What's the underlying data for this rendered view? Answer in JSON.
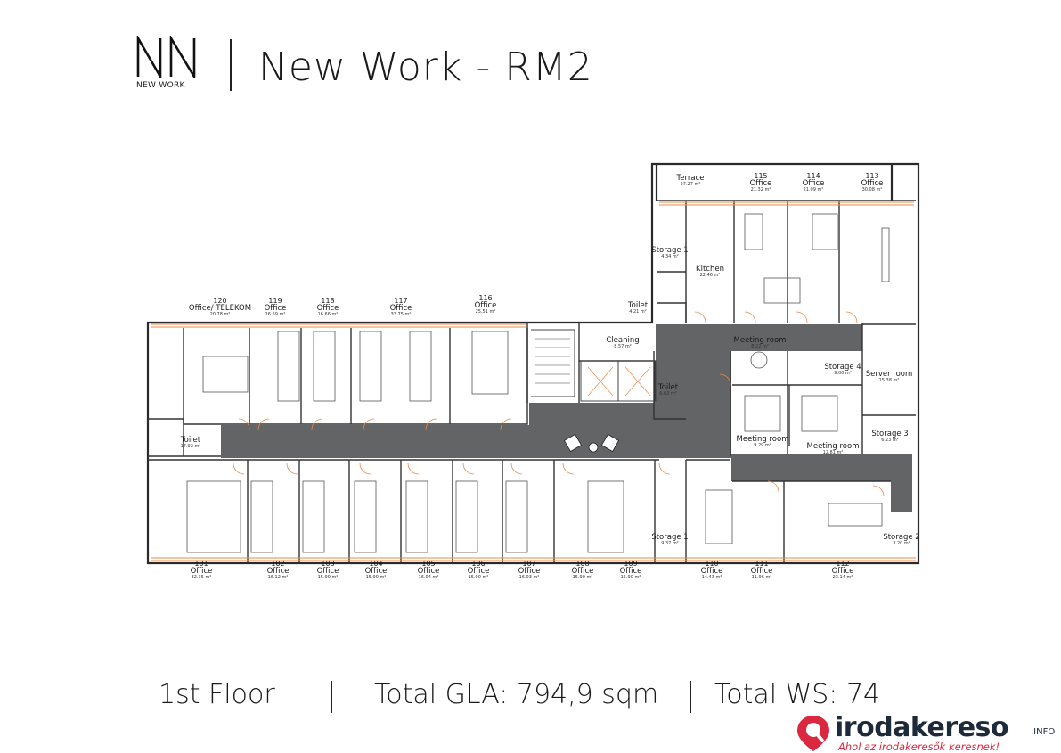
{
  "header": {
    "logo_mark": "NN",
    "logo_text": "NEW WORK",
    "title": "New Work - RM2"
  },
  "rooms": [
    {
      "id": "r120",
      "number": "120",
      "name": "Office/ TELEKOM",
      "area": "20.78 m²"
    },
    {
      "id": "r119",
      "number": "119",
      "name": "Office",
      "area": "16.69 m²"
    },
    {
      "id": "r118",
      "number": "118",
      "name": "Office",
      "area": "16.66 m²"
    },
    {
      "id": "r117",
      "number": "117",
      "name": "Office",
      "area": "33.75 m²"
    },
    {
      "id": "r116",
      "number": "116",
      "name": "Office",
      "area": "25.51 m²"
    },
    {
      "id": "r115",
      "number": "115",
      "name": "Office",
      "area": "21.32 m²"
    },
    {
      "id": "r114",
      "number": "114",
      "name": "Office",
      "area": "21.09 m²"
    },
    {
      "id": "r113",
      "number": "113",
      "name": "Office",
      "area": "30.08 m²"
    },
    {
      "id": "terrace",
      "number": "",
      "name": "Terrace",
      "area": "27.27 m²"
    },
    {
      "id": "storage1t",
      "number": "",
      "name": "Storage 1",
      "area": "4.34 m²"
    },
    {
      "id": "kitchen",
      "number": "",
      "name": "Kitchen",
      "area": "22.46 m²"
    },
    {
      "id": "toiletTop",
      "number": "",
      "name": "Toilet",
      "area": "4.21 m²"
    },
    {
      "id": "cleaning",
      "number": "",
      "name": "Cleaning",
      "area": "8.57 m²"
    },
    {
      "id": "toiletMid",
      "number": "",
      "name": "Toilet",
      "area": "6.63 m²"
    },
    {
      "id": "meeting1",
      "number": "",
      "name": "Meeting room",
      "area": "8.22 m²"
    },
    {
      "id": "storage4",
      "number": "",
      "name": "Storage 4",
      "area": "9.00 m²"
    },
    {
      "id": "server",
      "number": "",
      "name": "Server room",
      "area": "15.38 m²"
    },
    {
      "id": "meeting2",
      "number": "",
      "name": "Meeting room",
      "area": "9.29 m²"
    },
    {
      "id": "meeting3",
      "number": "",
      "name": "Meeting room",
      "area": "12.81 m²"
    },
    {
      "id": "storage3",
      "number": "",
      "name": "Storage 3",
      "area": "6.23 m²"
    },
    {
      "id": "toiletLeft",
      "number": "",
      "name": "Toilet",
      "area": "17.92 m²"
    },
    {
      "id": "storage1b",
      "number": "",
      "name": "Storage 1",
      "area": "9.37 m²"
    },
    {
      "id": "storage2",
      "number": "",
      "name": "Storage 2",
      "area": "3.20 m²"
    },
    {
      "id": "r101",
      "number": "101",
      "name": "Office",
      "area": "32.35 m²"
    },
    {
      "id": "r102",
      "number": "102",
      "name": "Office",
      "area": "16.12 m²"
    },
    {
      "id": "r103",
      "number": "103",
      "name": "Office",
      "area": "15.90 m²"
    },
    {
      "id": "r104",
      "number": "104",
      "name": "Office",
      "area": "15.90 m²"
    },
    {
      "id": "r105",
      "number": "105",
      "name": "Office",
      "area": "16.04 m²"
    },
    {
      "id": "r106",
      "number": "106",
      "name": "Office",
      "area": "15.90 m²"
    },
    {
      "id": "r107",
      "number": "107",
      "name": "Office",
      "area": "16.03 m²"
    },
    {
      "id": "r108",
      "number": "108",
      "name": "Office",
      "area": "15.90 m²"
    },
    {
      "id": "r109",
      "number": "109",
      "name": "Office",
      "area": "15.90 m²"
    },
    {
      "id": "r110",
      "number": "110",
      "name": "Office",
      "area": "14.43 m²"
    },
    {
      "id": "r111",
      "number": "111",
      "name": "Office",
      "area": "11.96 m²"
    },
    {
      "id": "r112",
      "number": "112",
      "name": "Office",
      "area": "23.14 m²"
    }
  ],
  "footer": {
    "floor": "1st Floor",
    "gla": "Total GLA: 794,9 sqm",
    "ws": "Total WS: 74"
  },
  "brand": {
    "word": "irodakereso",
    "suffix": ".INFO",
    "tagline": "Ahol az irodakeresők keresnek!",
    "colors": {
      "red": "#d9283f",
      "navy": "#1d2a3a"
    }
  },
  "colors": {
    "corridor": "#636466",
    "wall": "#2a2a2a",
    "door": "#e8884a"
  }
}
